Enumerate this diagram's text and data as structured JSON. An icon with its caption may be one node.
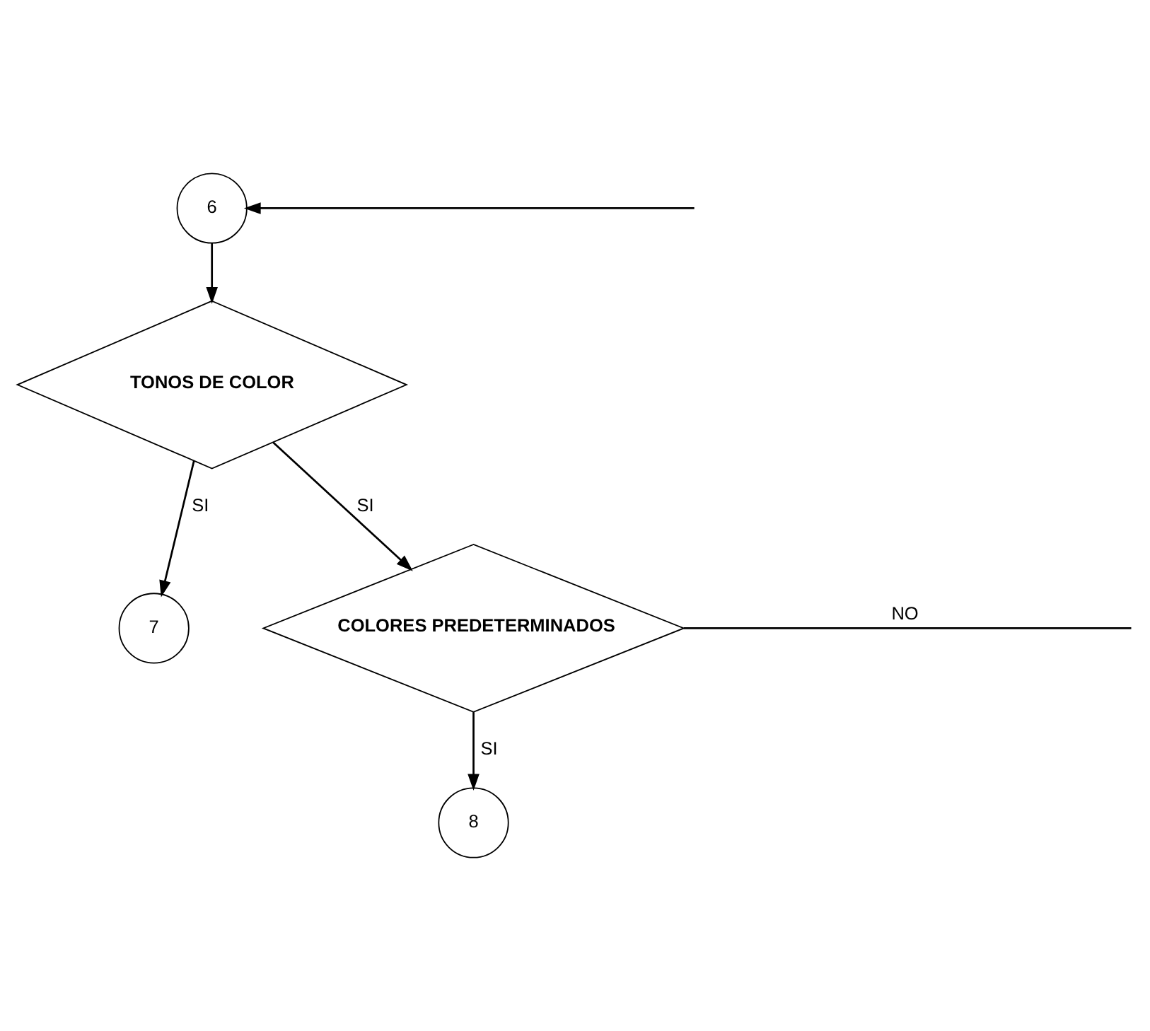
{
  "diagram": {
    "nodes": [
      {
        "text": [
          "6"
        ]
      },
      {
        "text": [
          "TONOS DE COLOR"
        ]
      },
      {
        "text": [
          "7"
        ]
      },
      {
        "text": [
          "COLORES PREDETERMINADOS"
        ]
      },
      {
        "text": [
          "8"
        ]
      }
    ],
    "edges": [
      {
        "from": null,
        "to": 0,
        "arrow": "to"
      },
      {
        "from": 0,
        "to": 1,
        "arrow": "to"
      },
      {
        "from": 1,
        "to": 2,
        "arrow": "to",
        "label": "SI"
      },
      {
        "from": 1,
        "to": 3,
        "arrow": "to",
        "label": "SI"
      },
      {
        "from": 3,
        "to": 4,
        "arrow": "to",
        "label": "SI"
      },
      {
        "from": 3,
        "to": null,
        "arrow": "none",
        "label": "NO"
      }
    ]
  }
}
